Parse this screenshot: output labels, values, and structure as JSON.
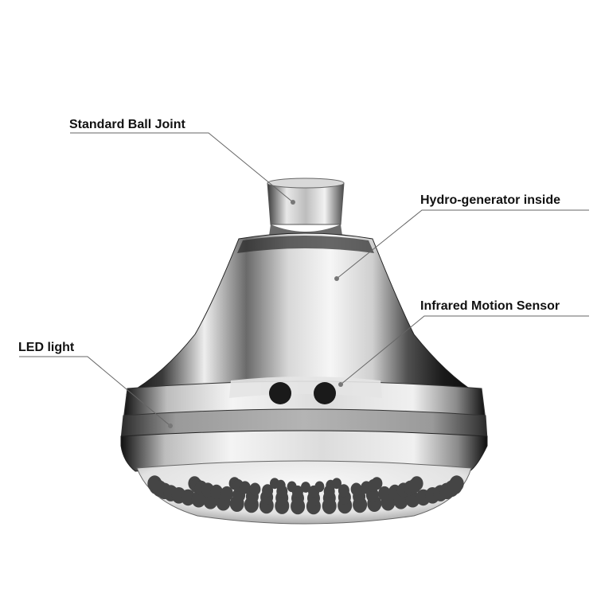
{
  "labels": {
    "ball_joint": "Standard Ball Joint",
    "hydro_generator": "Hydro-generator inside",
    "infrared_sensor": "Infrared Motion Sensor",
    "led_light": "LED light"
  },
  "colors": {
    "background": "#ffffff",
    "text": "#111111",
    "leader_line": "#666666",
    "chrome_dark": "#1c1c1c",
    "chrome_mid": "#8a8a8a",
    "chrome_light": "#f2f2f2",
    "nozzle": "#444444"
  },
  "icons": {
    "product": "shower-head-illustration"
  }
}
